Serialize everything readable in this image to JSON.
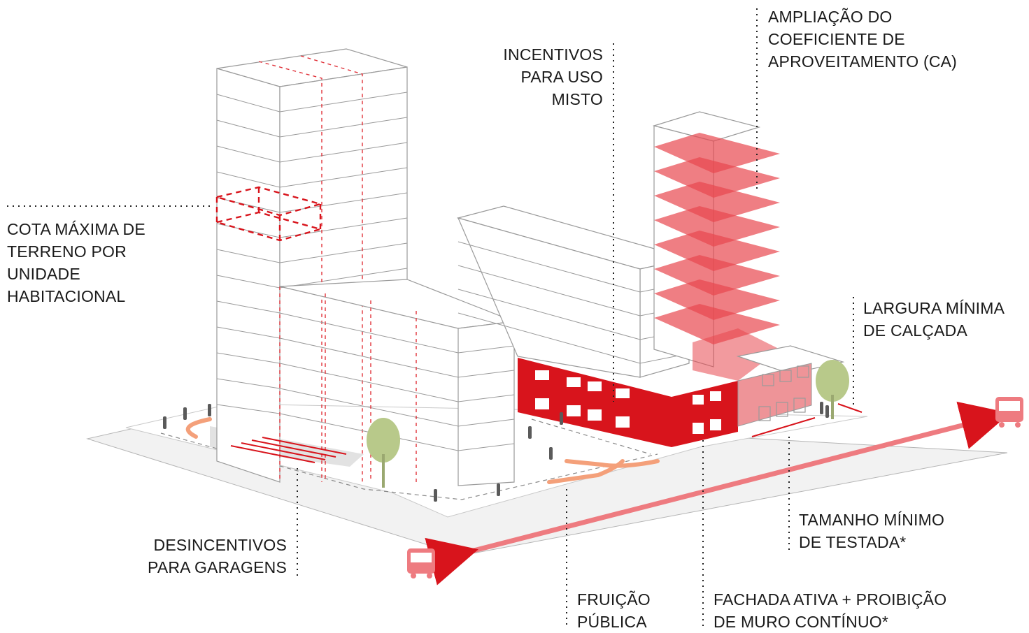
{
  "labels": {
    "ampliacao": "AMPLIAÇÃO DO\nCOEFICIENTE DE\nAPROVEITAMENTO (CA)",
    "incentivos": "INCENTIVOS\nPARA USO\nMISTO",
    "cota": "COTA MÁXIMA DE\nTERRENO POR\nUNIDADE\nHABITACIONAL",
    "largura": "LARGURA MÍNIMA\nDE CALÇADA",
    "tamanho": "TAMANHO MÍNIMO\nDE TESTADA*",
    "desincentivos": "DESINCENTIVOS\nPARA GARAGENS",
    "fruicao": "FRUIÇÃO\nPÚBLICA",
    "fachada": "FACHADA ATIVA + PROIBIÇÃO\nDE MURO CONTÍNUO*"
  },
  "colors": {
    "accent": "#d8141c",
    "accent_light": "#ee7b80",
    "outline": "#9a9a9a",
    "ground": "#ececec",
    "tree": "#b8c98a",
    "text": "#1a1a1a"
  },
  "icons": [
    "bus-icon",
    "bus-icon",
    "tree-icon",
    "tree-icon",
    "pedestrian-icon"
  ]
}
